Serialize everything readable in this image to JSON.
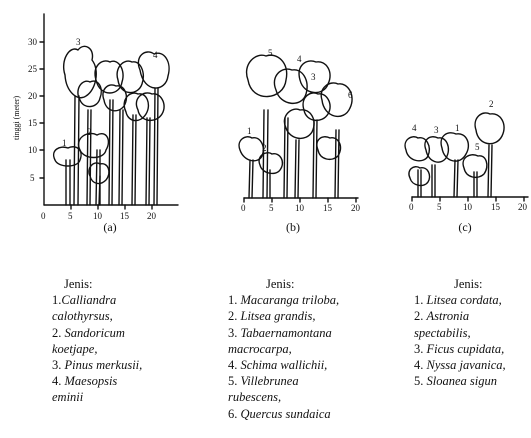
{
  "panels": [
    {
      "caption": "(a)",
      "y_axis_label": "tinggi (meter)",
      "y_ticks": [
        "5",
        "10",
        "15",
        "20",
        "25",
        "30"
      ],
      "x_ticks": [
        "0",
        "5",
        "10",
        "15",
        "20"
      ],
      "tree_labels": [
        "1",
        "2",
        "3",
        "4"
      ],
      "legend_title": "Jenis:",
      "legend_lines": [
        {
          "num": "1.",
          "name": "Calliandra"
        },
        {
          "num": "",
          "name": "calothyrsus,"
        },
        {
          "num": "2. ",
          "name": "Sandoricum"
        },
        {
          "num": "",
          "name": "koetjape,"
        },
        {
          "num": "3. ",
          "name": "Pinus merkusii,"
        },
        {
          "num": "4. ",
          "name": "Maesopsis"
        },
        {
          "num": "",
          "name": "eminii"
        }
      ]
    },
    {
      "caption": "(b)",
      "x_ticks": [
        "0",
        "5",
        "10",
        "15",
        "20"
      ],
      "tree_labels": [
        "1",
        "2",
        "3",
        "4",
        "5",
        "6"
      ],
      "legend_title": "Jenis:",
      "legend_lines": [
        {
          "num": "1. ",
          "name": "Macaranga triloba,"
        },
        {
          "num": "2. ",
          "name": "Litsea grandis,"
        },
        {
          "num": "3. ",
          "name": "Tabaernamontana"
        },
        {
          "num": "",
          "name": "macrocarpa,"
        },
        {
          "num": "4. ",
          "name": "Schima wallichii,"
        },
        {
          "num": "5. ",
          "name": "Villebrunea"
        },
        {
          "num": "",
          "name": "rubescens,"
        },
        {
          "num": "6. ",
          "name": "Quercus sundaica"
        }
      ]
    },
    {
      "caption": "(c)",
      "x_ticks": [
        "0",
        "5",
        "10",
        "15",
        "20"
      ],
      "tree_labels": [
        "1",
        "2",
        "3",
        "4",
        "5"
      ],
      "legend_title": "Jenis:",
      "legend_lines": [
        {
          "num": "1. ",
          "name": "Litsea cordata,"
        },
        {
          "num": "2. ",
          "name": "Astronia"
        },
        {
          "num": "",
          "name": "spectabilis,"
        },
        {
          "num": "3. ",
          "name": "Ficus cupidata,"
        },
        {
          "num": "4. ",
          "name": "Nyssa javanica,"
        },
        {
          "num": "5. ",
          "name": "Sloanea sigun"
        }
      ]
    }
  ]
}
